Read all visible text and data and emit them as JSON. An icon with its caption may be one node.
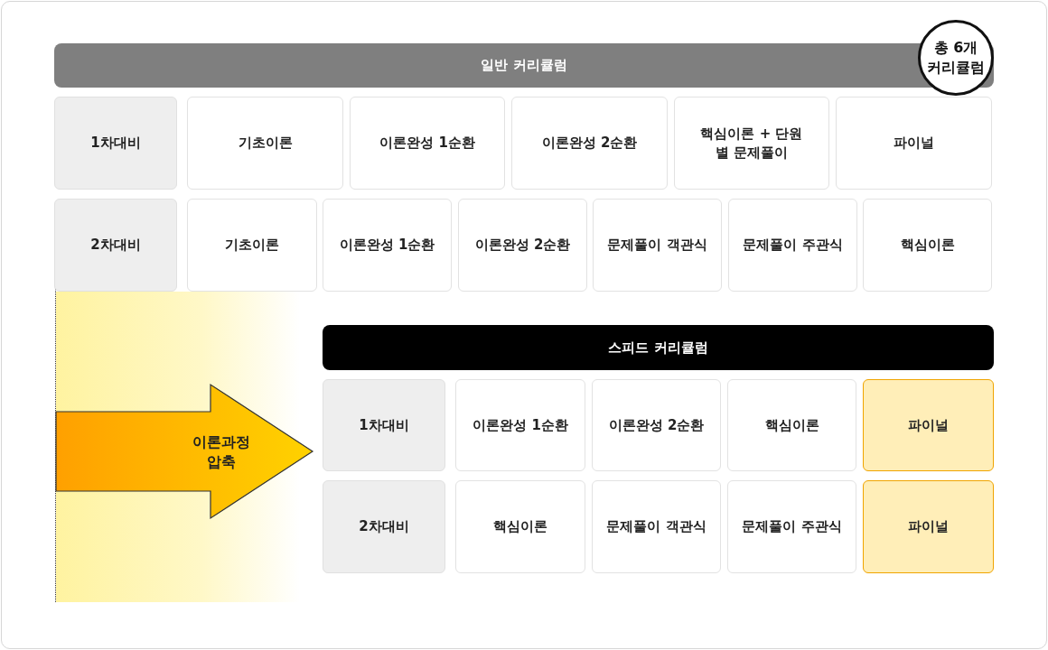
{
  "diagram": {
    "nodes": [
      {
        "text": [
          "일반 커리큘럼"
        ]
      },
      {
        "text": [
          "총 6개 커리큘럼"
        ]
      },
      {
        "text": [
          "1차대비"
        ]
      },
      {
        "text": [
          "기초이론"
        ]
      },
      {
        "text": [
          "이론완성 1순환"
        ]
      },
      {
        "text": [
          "이론완성 2순환"
        ]
      },
      {
        "text": [
          "핵심이론 + 단원별 문제풀이"
        ]
      },
      {
        "text": [
          "파이널"
        ]
      },
      {
        "text": [
          "2차대비"
        ]
      },
      {
        "text": [
          "기초이론"
        ]
      },
      {
        "text": [
          "이론완성 1순환"
        ]
      },
      {
        "text": [
          "이론완성 2순환"
        ]
      },
      {
        "text": [
          "문제풀이 객관식"
        ]
      },
      {
        "text": [
          "문제풀이 주관식"
        ]
      },
      {
        "text": [
          "핵심이론"
        ]
      },
      {
        "text": [
          "이론과정 압축"
        ]
      },
      {
        "text": [
          "스피드 커리큘럼"
        ]
      },
      {
        "text": [
          "1차대비"
        ]
      },
      {
        "text": [
          "이론완성 1순환"
        ]
      },
      {
        "text": [
          "이론완성 2순환"
        ]
      },
      {
        "text": [
          "핵심이론"
        ]
      },
      {
        "text": [
          "파이널"
        ]
      },
      {
        "text": [
          "2차대비"
        ]
      },
      {
        "text": [
          "핵심이론"
        ]
      },
      {
        "text": [
          "문제풀이 객관식"
        ]
      },
      {
        "text": [
          "문제풀이 주관식"
        ]
      },
      {
        "text": [
          "파이널"
        ]
      }
    ]
  }
}
